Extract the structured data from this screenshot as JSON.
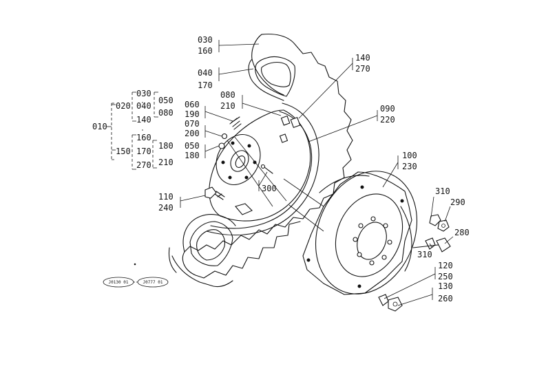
{
  "callouts": {
    "c030": "030",
    "c160": "160",
    "c040": "040",
    "c170": "170",
    "c080": "080",
    "c210": "210",
    "c060": "060",
    "c190": "190",
    "c070": "070",
    "c200": "200",
    "c050": "050",
    "c180": "180",
    "c140": "140",
    "c270": "270",
    "c090": "090",
    "c220": "220",
    "c100": "100",
    "c230": "230",
    "c300": "300",
    "c110": "110",
    "c240": "240",
    "c310a": "310",
    "c290": "290",
    "c310b": "310",
    "c280": "280",
    "c120": "120",
    "c250": "250",
    "c130": "130",
    "c260": "260"
  },
  "tree": {
    "root": "010",
    "g020": "020",
    "g020_children": [
      "030",
      "040",
      "140"
    ],
    "g020_sub": [
      "050",
      "080"
    ],
    "g150": "150",
    "g150_children": [
      "160",
      "170",
      "270"
    ],
    "g150_sub": [
      "180",
      "210"
    ]
  },
  "ref_codes": {
    "left": "J0130 01",
    "right": "J0777 01"
  }
}
